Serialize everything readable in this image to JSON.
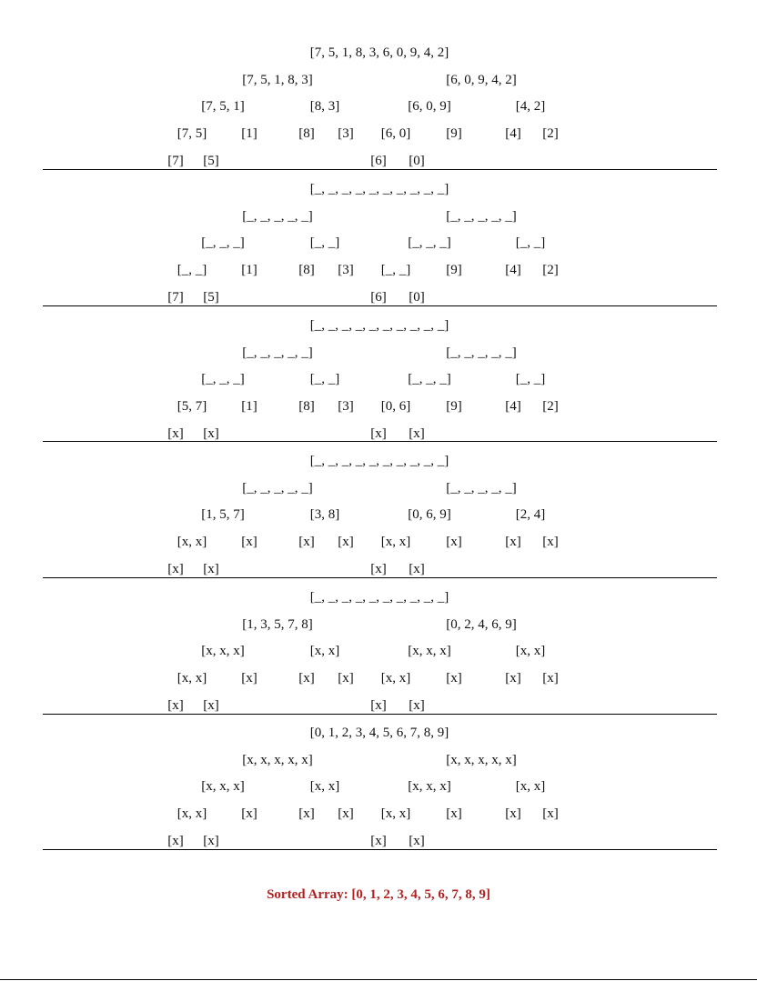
{
  "steps": [
    {
      "rows": [
        [
          "[7, 5, 1, 8, 3, 6, 0, 9, 4, 2]"
        ],
        [
          "[7, 5, 1, 8, 3]",
          "[6, 0, 9, 4, 2]"
        ],
        [
          "[7, 5, 1]",
          "[8, 3]",
          "[6, 0, 9]",
          "[4, 2]"
        ],
        [
          "[7, 5]",
          "[1]",
          "[8]",
          "[3]",
          "[6, 0]",
          "[9]",
          "[4]",
          "[2]"
        ],
        [
          "[7]",
          "[5]",
          "[6]",
          "[0]"
        ]
      ]
    },
    {
      "rows": [
        [
          "[_, _, _, _, _, _, _, _, _, _]"
        ],
        [
          "[_, _, _, _, _]",
          "[_, _, _, _, _]"
        ],
        [
          "[_, _, _]",
          "[_, _]",
          "[_, _, _]",
          "[_, _]"
        ],
        [
          "[_, _]",
          "[1]",
          "[8]",
          "[3]",
          "[_, _]",
          "[9]",
          "[4]",
          "[2]"
        ],
        [
          "[7]",
          "[5]",
          "[6]",
          "[0]"
        ]
      ]
    },
    {
      "rows": [
        [
          "[_, _, _, _, _, _, _, _, _, _]"
        ],
        [
          "[_, _, _, _, _]",
          "[_, _, _, _, _]"
        ],
        [
          "[_, _, _]",
          "[_, _]",
          "[_, _, _]",
          "[_, _]"
        ],
        [
          "[5, 7]",
          "[1]",
          "[8]",
          "[3]",
          "[0, 6]",
          "[9]",
          "[4]",
          "[2]"
        ],
        [
          "[x]",
          "[x]",
          "[x]",
          "[x]"
        ]
      ]
    },
    {
      "rows": [
        [
          "[_, _, _, _, _, _, _, _, _, _]"
        ],
        [
          "[_, _, _, _, _]",
          "[_, _, _, _, _]"
        ],
        [
          "[1, 5, 7]",
          "[3, 8]",
          "[0, 6, 9]",
          "[2, 4]"
        ],
        [
          "[x, x]",
          "[x]",
          "[x]",
          "[x]",
          "[x, x]",
          "[x]",
          "[x]",
          "[x]"
        ],
        [
          "[x]",
          "[x]",
          "[x]",
          "[x]"
        ]
      ]
    },
    {
      "rows": [
        [
          "[_, _, _, _, _, _, _, _, _, _]"
        ],
        [
          "[1, 3, 5, 7, 8]",
          "[0, 2, 4, 6, 9]"
        ],
        [
          "[x, x, x]",
          "[x, x]",
          "[x, x, x]",
          "[x, x]"
        ],
        [
          "[x, x]",
          "[x]",
          "[x]",
          "[x]",
          "[x, x]",
          "[x]",
          "[x]",
          "[x]"
        ],
        [
          "[x]",
          "[x]",
          "[x]",
          "[x]"
        ]
      ]
    },
    {
      "rows": [
        [
          "[0, 1, 2, 3, 4, 5, 6, 7, 8, 9]"
        ],
        [
          "[x, x, x, x, x]",
          "[x, x, x, x, x]"
        ],
        [
          "[x, x, x]",
          "[x, x]",
          "[x, x, x]",
          "[x, x]"
        ],
        [
          "[x, x]",
          "[x]",
          "[x]",
          "[x]",
          "[x, x]",
          "[x]",
          "[x]",
          "[x]"
        ],
        [
          "[x]",
          "[x]",
          "[x]",
          "[x]"
        ]
      ]
    }
  ],
  "result_text": "Sorted Array: [0, 1, 2, 3, 4, 5, 6, 7, 8, 9]",
  "colors": {
    "result": "#b22222",
    "text": "#111111",
    "rule": "#000000"
  }
}
